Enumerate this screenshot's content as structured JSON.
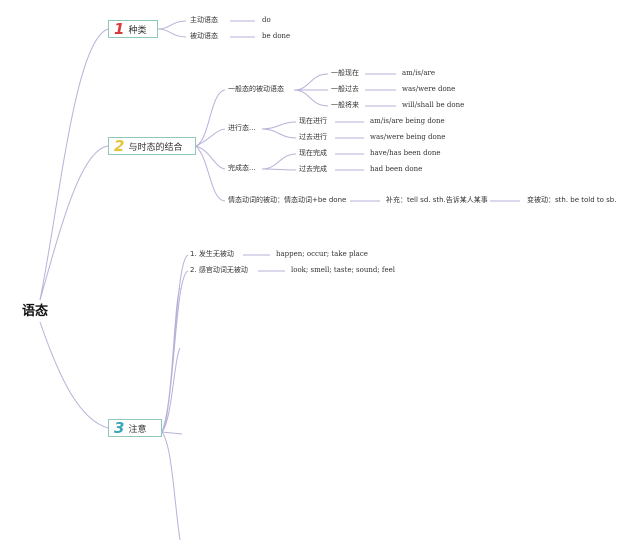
{
  "root": "语态",
  "colors": {
    "wire": "#b6b2d9",
    "box_border": "#8fc7b8",
    "num1": "#d63b3b",
    "num2": "#e6c43a",
    "num3": "#3aa6b8"
  },
  "b1": {
    "num": "1",
    "label": "种类",
    "items": [
      {
        "label": "主动语态",
        "value": "do"
      },
      {
        "label": "被动语态",
        "value": "be done"
      }
    ]
  },
  "b2": {
    "num": "2",
    "label": "与时态的结合",
    "general": {
      "label": "一般态的被动语态",
      "items": [
        {
          "label": "一般现在",
          "value": "am/is/are"
        },
        {
          "label": "一般过去",
          "value": "was/were done"
        },
        {
          "label": "一般将来",
          "value": "will/shall be done"
        }
      ]
    },
    "progressive": {
      "label": "进行态...",
      "items": [
        {
          "label": "现在进行",
          "value": "am/is/are being done"
        },
        {
          "label": "过去进行",
          "value": "was/were being done"
        }
      ]
    },
    "perfect": {
      "label": "完成态...",
      "items": [
        {
          "label": "现在完成",
          "value": "have/has been done"
        },
        {
          "label": "过去完成",
          "value": "had been done"
        }
      ]
    },
    "modal": {
      "label": "情态动词的被动：情态动词+be done",
      "supplement": "补充：tell sd. sth.告诉某人某事",
      "passive": "变被动：sth. be told to sb."
    }
  },
  "b3": {
    "num": "3",
    "label": "注意",
    "items": [
      {
        "label": "1. 发生无被动",
        "value": "happen; occur; take place"
      },
      {
        "label": "2. 感官动词无被动",
        "value": "look; smell; taste; sound; feel"
      }
    ]
  }
}
